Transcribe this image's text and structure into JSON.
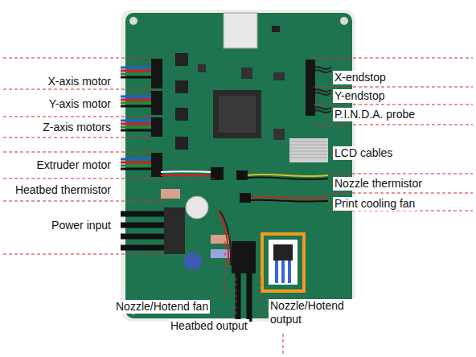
{
  "diagram": {
    "labels": [
      "X-axis motor",
      "Y-axis motor",
      "Z-axis motors",
      "Extruder motor",
      "Heatbed thermistor",
      "Power input",
      "X-endstop",
      "Y-endstop",
      "P.I.N.D.A. probe",
      "LCD cables",
      "Nozzle thermistor",
      "Print cooling fan",
      "Nozzle/Hotend fan",
      "Heatbed output",
      "Nozzle/Hotend output"
    ]
  }
}
